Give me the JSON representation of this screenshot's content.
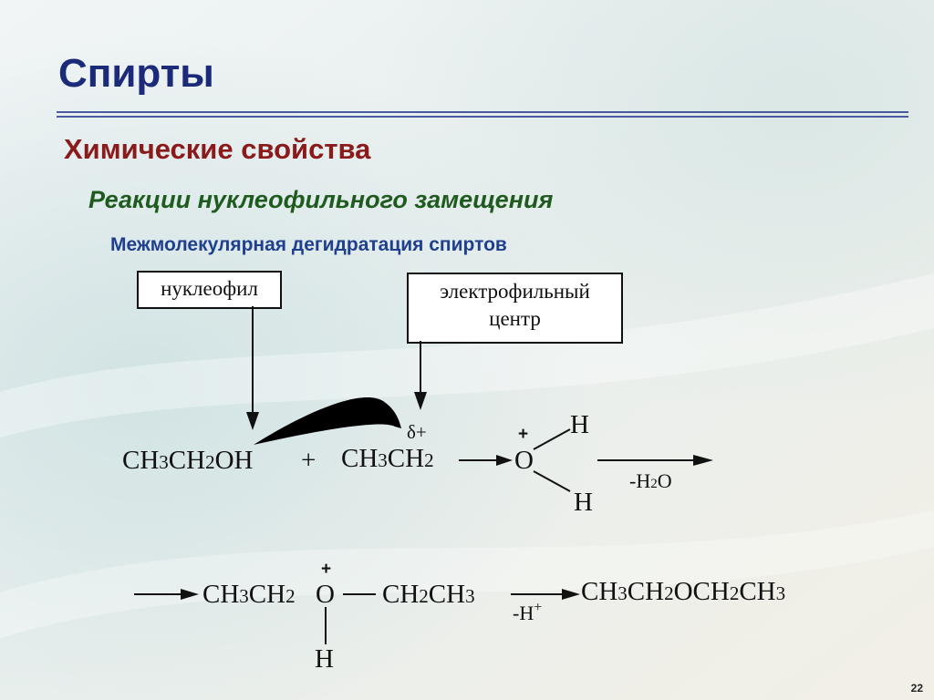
{
  "slide": {
    "title": "Спирты",
    "heading": "Химические свойства",
    "subheading": "Реакции нуклеофильного замещения",
    "topic": "Межмолекулярная дегидратация спиртов",
    "page_number": "22"
  },
  "labels": {
    "nucleophile": "нуклеофил",
    "electrophilic_line1": "электрофильный",
    "electrophilic_line2": "центр"
  },
  "reaction1": {
    "ch3": "CH",
    "ch3_sub": "3",
    "ch2": "CH",
    "ch2_sub": "2",
    "oh": "OH",
    "plus": "+",
    "ethyl2_ch3": "CH",
    "ethyl2_ch3_sub": "3",
    "ethyl2_ch2": "CH",
    "ethyl2_ch2_sub": "2",
    "delta": "δ+",
    "o": "O",
    "o_charge": "+",
    "h_top": "H",
    "h_bottom": "H",
    "elim_h": "-H",
    "elim_sub": "2",
    "elim_o": "O"
  },
  "reaction2": {
    "left": "CH",
    "left_sub": "3",
    "left2": "CH",
    "left2_sub": "2",
    "o": "O",
    "o_charge": "+",
    "right": "CH",
    "right_sub": "2",
    "right2": "CH",
    "right2_sub": "3",
    "h": "H",
    "elim": "-H",
    "elim_charge": "+",
    "product_p1": "CH",
    "product_s1": "3",
    "product_p2": "CH",
    "product_s2": "2",
    "product_p3": "OCH",
    "product_s3": "2",
    "product_p4": "CH",
    "product_s4": "3"
  }
}
